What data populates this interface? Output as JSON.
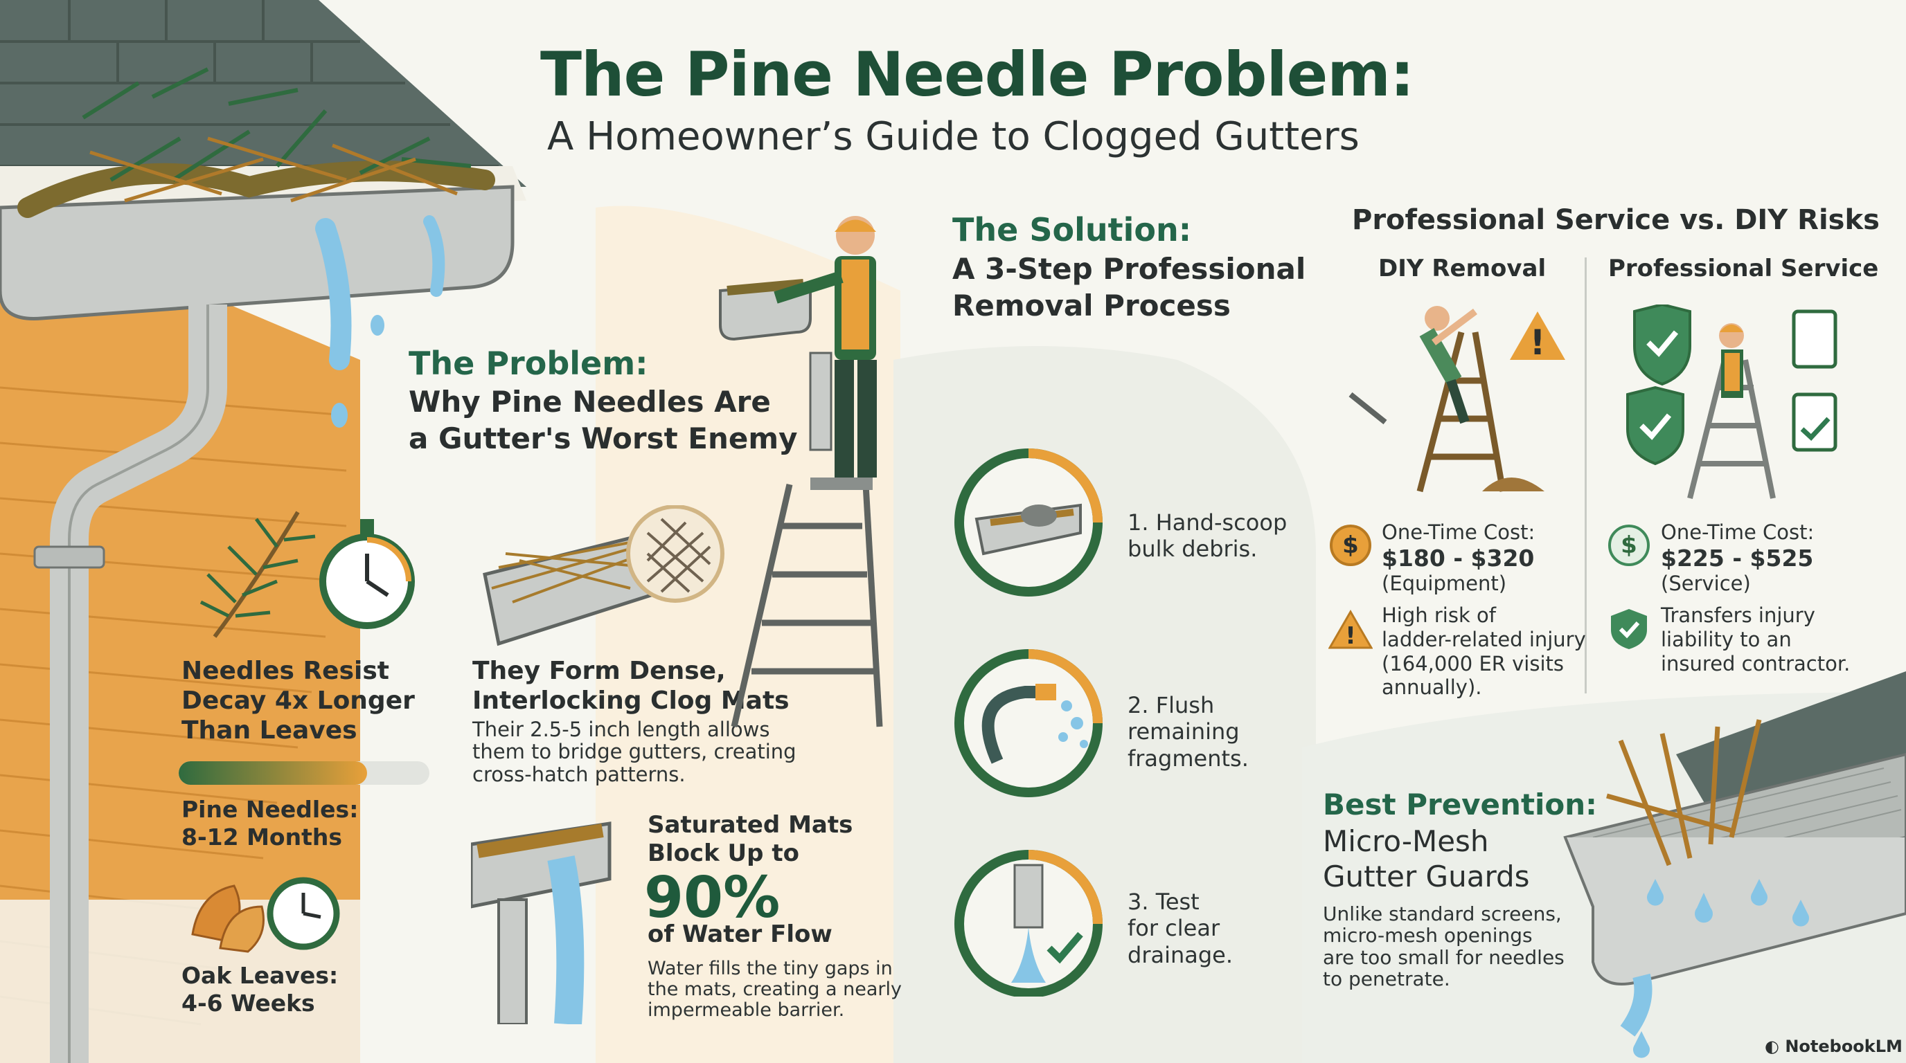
{
  "header": {
    "title": "The Pine Needle Problem:",
    "subtitle": "A Homeowner’s Guide to Clogged Gutters"
  },
  "problem": {
    "heading": "The Problem:",
    "subheading_line1": "Why Pine Needles Are",
    "subheading_line2": "a Gutter's Worst Enemy",
    "decay": {
      "title_line1": "Needles Resist",
      "title_line2": "Decay 4x Longer",
      "title_line3": "Than Leaves",
      "pine_label": "Pine Needles:",
      "pine_value": "8-12 Months",
      "oak_label": "Oak Leaves:",
      "oak_value": "4-6 Weeks"
    },
    "mats": {
      "title_line1": "They Form Dense,",
      "title_line2": "Interlocking Clog Mats",
      "body_line1": "Their 2.5-5 inch length allows",
      "body_line2": "them to bridge gutters, creating",
      "body_line3": "cross-hatch patterns."
    },
    "flow": {
      "title_line1": "Saturated Mats",
      "title_line2": "Block Up to",
      "percent": "90%",
      "title_line3": "of Water Flow",
      "body_line1": "Water fills the tiny gaps in",
      "body_line2": "the mats, creating a nearly",
      "body_line3": "impermeable barrier."
    }
  },
  "solution": {
    "heading": "The Solution:",
    "subheading_line1": "A 3-Step Professional",
    "subheading_line2": "Removal Process",
    "steps": [
      {
        "line1": "1. Hand-scoop",
        "line2": "bulk debris.",
        "line3": ""
      },
      {
        "line1": "2. Flush",
        "line2": "remaining",
        "line3": "fragments."
      },
      {
        "line1": "3. Test",
        "line2": "for clear",
        "line3": "drainage."
      }
    ]
  },
  "comparison": {
    "heading": "Professional Service vs. DIY Risks",
    "diy": {
      "label": "DIY Removal",
      "cost_label": "One-Time Cost:",
      "cost_value": "$180 - $320",
      "cost_note": "(Equipment)",
      "risk_line1": "High risk of",
      "risk_line2": "ladder-related injury",
      "risk_line3": "(164,000 ER visits",
      "risk_line4": "annually)."
    },
    "pro": {
      "label": "Professional Service",
      "cost_label": "One-Time Cost:",
      "cost_value": "$225 - $525",
      "cost_note": "(Service)",
      "benefit_line1": "Transfers injury",
      "benefit_line2": "liability to an",
      "benefit_line3": "insured contractor."
    }
  },
  "prevention": {
    "heading": "Best Prevention:",
    "subheading_line1": "Micro-Mesh",
    "subheading_line2": "Gutter Guards",
    "body_line1": "Unlike standard screens,",
    "body_line2": "micro-mesh openings",
    "body_line3": "are too small for needles",
    "body_line4": "to penetrate."
  },
  "footer": {
    "brand": "NotebookLM"
  },
  "colors": {
    "brand_green": "#1e4f37",
    "accent_green": "#2f7a4f",
    "accent_orange": "#e8a03a",
    "water_blue": "#7cc0e0"
  },
  "decay_bar": {
    "pine_fill_fraction": 0.75
  }
}
